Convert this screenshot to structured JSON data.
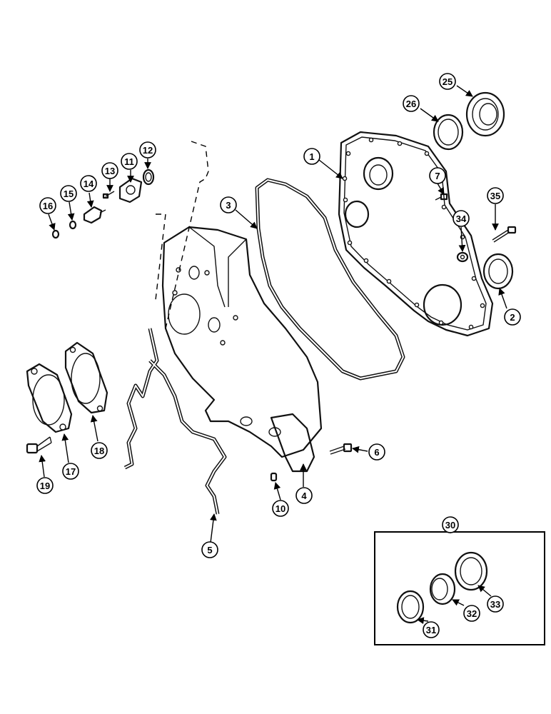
{
  "callouts": {
    "c1": "1",
    "c2": "2",
    "c3": "3",
    "c4": "4",
    "c5": "5",
    "c6": "6",
    "c7": "7",
    "c10": "10",
    "c11": "11",
    "c12": "12",
    "c13": "13",
    "c14": "14",
    "c15": "15",
    "c16": "16",
    "c17": "17",
    "c18": "18",
    "c19": "19",
    "c25": "25",
    "c26": "26",
    "c30": "30",
    "c31": "31",
    "c32": "32",
    "c33": "33",
    "c34": "34",
    "c35": "35"
  }
}
